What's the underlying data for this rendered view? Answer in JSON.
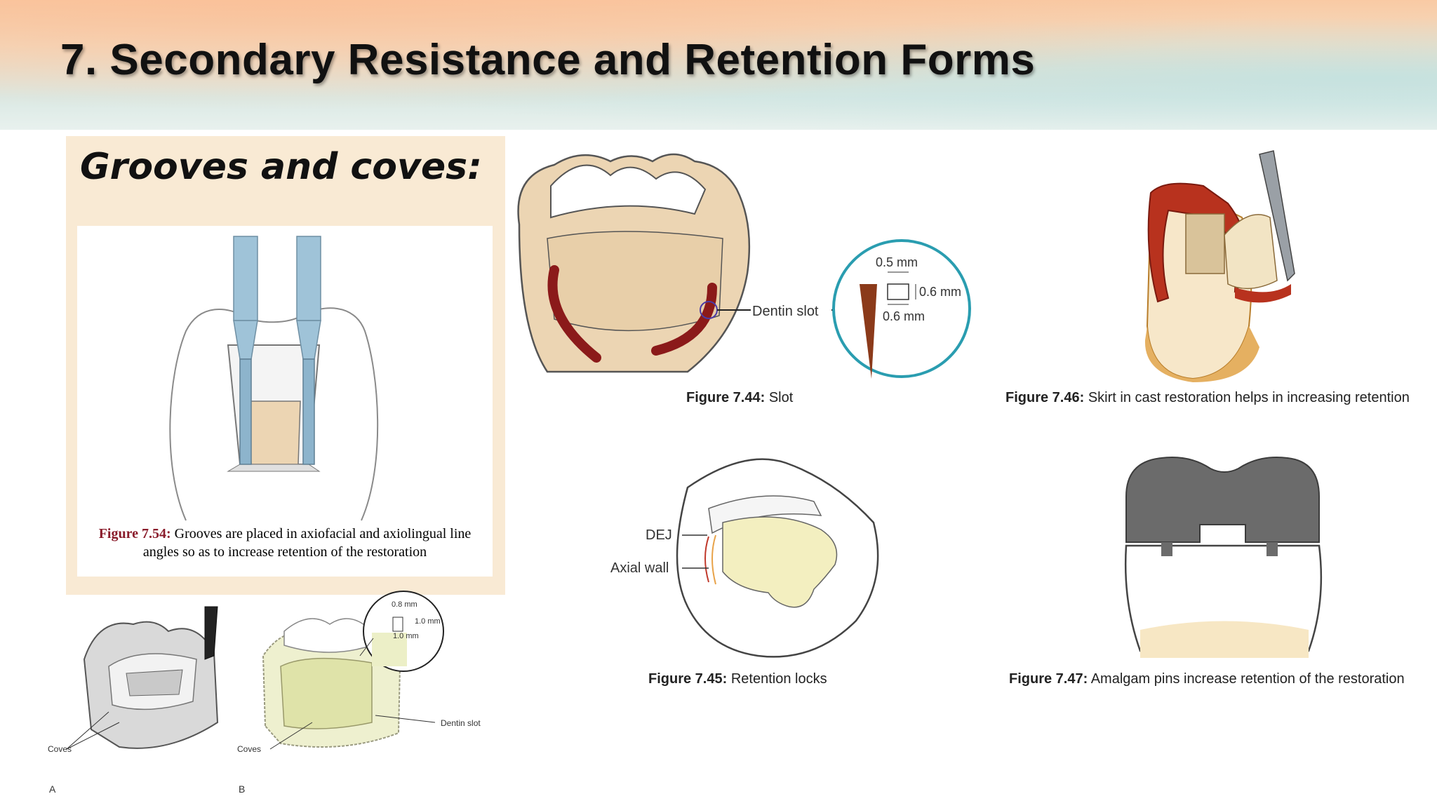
{
  "slide": {
    "title": "7. Secondary Resistance and Retention Forms"
  },
  "grooves": {
    "heading": "Grooves and coves:",
    "caption_fig": "Figure 7.54:",
    "caption_line1": "Grooves are placed in axiofacial and axiolingual line",
    "caption_line2": "angles so as to increase retention of the restoration"
  },
  "coves_figures": {
    "label_a": "A",
    "label_b": "B",
    "coves_a": "Coves",
    "coves_b": "Coves",
    "dentin_slot": "Dentin slot",
    "dim_08": "0.8 mm",
    "dim_10a": "1.0 mm",
    "dim_10b": "1.0 mm"
  },
  "fig744": {
    "caption_fig": "Figure 7.44:",
    "caption_text": "Slot",
    "dentin_slot_label": "Dentin slot",
    "dim_05": "0.5 mm",
    "dim_06_right": "0.6 mm",
    "dim_06_bottom": "0.6 mm"
  },
  "fig745": {
    "caption_fig": "Figure 7.45:",
    "caption_text": "Retention locks",
    "dej_label": "DEJ",
    "axial_label": "Axial wall"
  },
  "fig746": {
    "caption_fig": "Figure 7.46:",
    "caption_text": "Skirt in cast restoration helps in increasing retention"
  },
  "fig747": {
    "caption_fig": "Figure 7.47:",
    "caption_text": "Amalgam pins increase retention of the restoration"
  },
  "colors": {
    "header_top": "#f9caa4",
    "header_bottom": "#dbe9e4",
    "panel_bg": "#f9ead4",
    "slot_red": "#8b1a1a",
    "caption_red": "#8a1c2b",
    "magnifier_teal": "#2a9db0",
    "amalgam_gray": "#6b6b6b"
  }
}
